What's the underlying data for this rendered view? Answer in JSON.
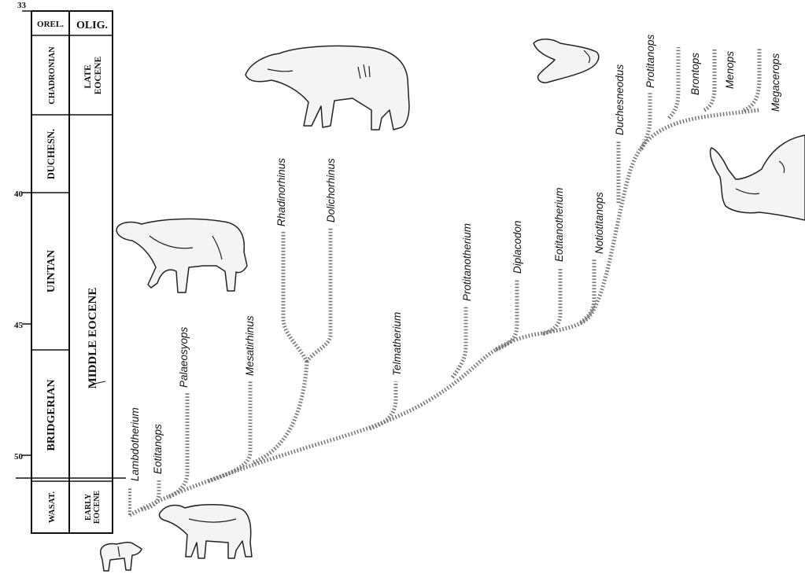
{
  "timescale": {
    "ages": [
      "33",
      "40",
      "45",
      "50"
    ],
    "land_mammal_ages": [
      "OREL.",
      "CHADRONIAN",
      "DUCHESN.",
      "UINTAN",
      "BRIDGERIAN",
      "WASAT."
    ],
    "epochs": [
      "OLIG.",
      "LATE EOCENE",
      "MIDDLE EOCENE",
      "EARLY EOCENE"
    ]
  },
  "taxa": [
    "Lambdotherium",
    "Eotitanops",
    "Palaeosyops",
    "Mesatirhinus",
    "Rhadinorhinus",
    "Dolichorhinus",
    "Telmatherium",
    "Protitanotherium",
    "Diplacodon",
    "Eotitanotherium",
    "Notiotitanops",
    "Duchesneodus",
    "Protitanops",
    "Brontops",
    "Menops",
    "Megacerops"
  ],
  "illustrations": [
    "small-brontothere-sketch",
    "eotitanops-sketch",
    "palaeosyops-sketch",
    "dolichorhinus-sketch",
    "skull-sketch",
    "megacerops-head-sketch"
  ]
}
